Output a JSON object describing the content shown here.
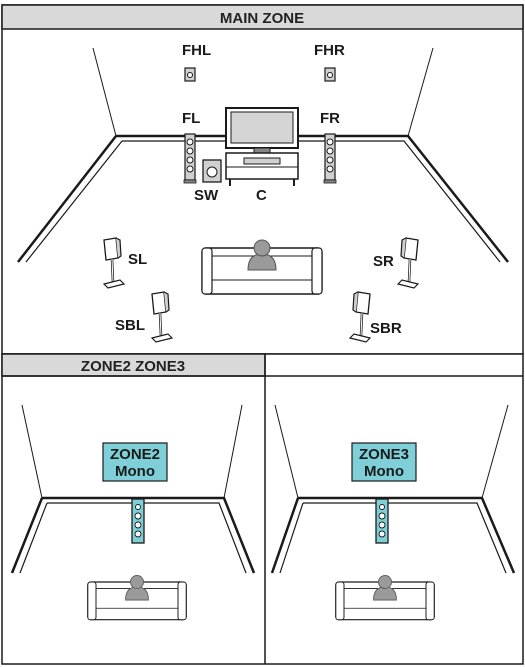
{
  "main_zone": {
    "title": "MAIN ZONE",
    "speakers": {
      "fhl": "FHL",
      "fhr": "FHR",
      "fl": "FL",
      "fr": "FR",
      "sw": "SW",
      "c": "C",
      "sl": "SL",
      "sr": "SR",
      "sbl": "SBL",
      "sbr": "SBR"
    }
  },
  "sub_zones": {
    "title": "ZONE2 ZONE3",
    "zone2": {
      "line1": "ZONE2",
      "line2": "Mono"
    },
    "zone3": {
      "line1": "ZONE3",
      "line2": "Mono"
    }
  },
  "colors": {
    "header_bg": "#d9d9d9",
    "zone_highlight": "#7fcfd8",
    "line": "#1a1a1a",
    "speaker_fill": "#d0d0d0"
  }
}
